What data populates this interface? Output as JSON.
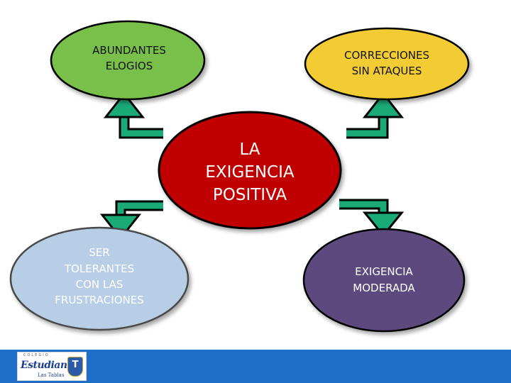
{
  "center": {
    "line1": "LA",
    "line2": "EXIGENCIA",
    "line3": "POSITIVA",
    "fill": "#c00000"
  },
  "nodes": {
    "top_left": {
      "line1": "ABUNDANTES",
      "line2": "ELOGIOS",
      "fill": "#78c04a"
    },
    "top_right": {
      "line1": "CORRECCIONES",
      "line2": "SIN ATAQUES",
      "fill": "#f2cc30"
    },
    "bottom_left": {
      "line1": "SER",
      "line2": "TOLERANTES",
      "line3": "CON LAS",
      "line4": "FRUSTRACIONES",
      "fill": "#b8cde6"
    },
    "bottom_right": {
      "line1": "EXIGENCIA",
      "line2": "MODERADA",
      "fill": "#5c4a7e"
    }
  },
  "arrow_color": "#1aaa78",
  "footer": {
    "color": "#1e6ec8",
    "logo": {
      "small_text": "COLEGIO",
      "script_text": "Estudiantes",
      "sub_text": "Las Tablas",
      "shield_letter": "T"
    }
  }
}
